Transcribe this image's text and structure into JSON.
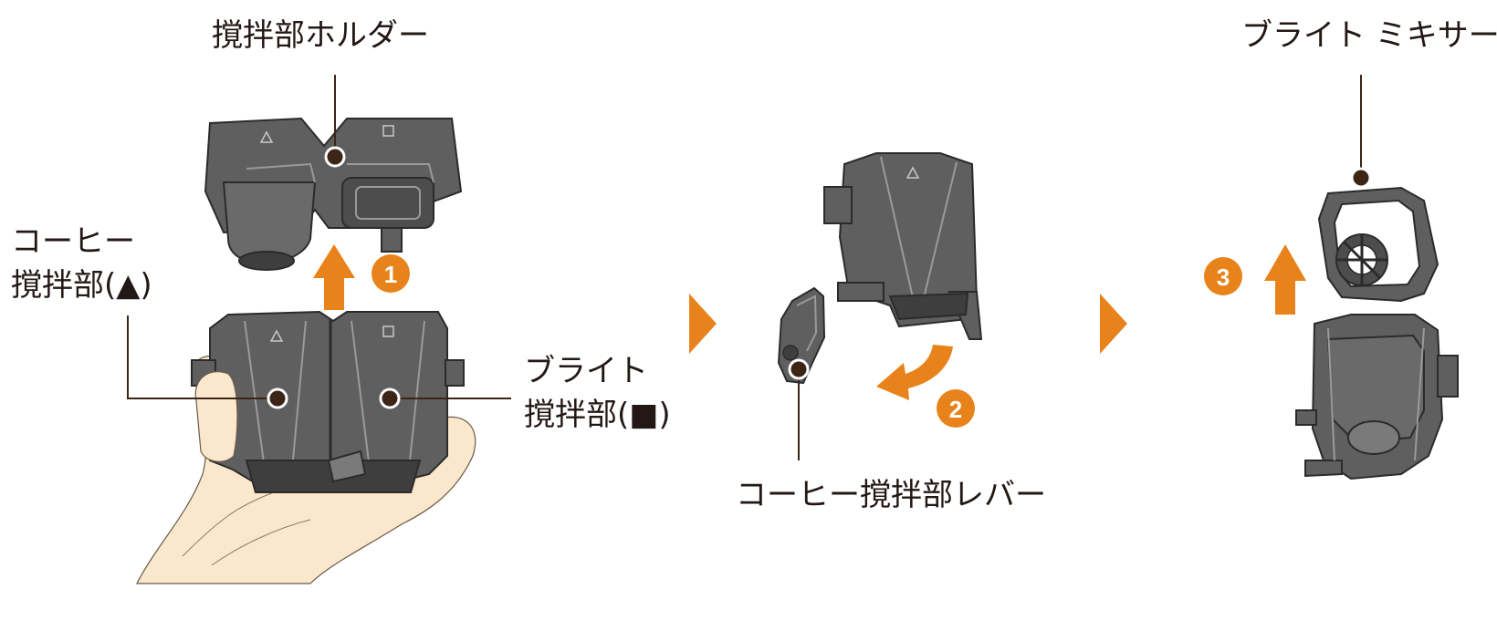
{
  "labels": {
    "holder": "撹拌部ホルダー",
    "coffee_line1": "コーヒー",
    "coffee_line2": "撹拌部(▲)",
    "bright_line1": "ブライト",
    "bright_line2": "撹拌部(■)",
    "lever": "コーヒー撹拌部レバー",
    "mixer": "ブライト ミキサー"
  },
  "steps": [
    "1",
    "2",
    "3"
  ],
  "colors": {
    "accent": "#E8831B",
    "part_body": "#5F5F5F",
    "part_dark": "#3E3E3E",
    "part_light": "#7A7A7A",
    "leader": "#3C2515",
    "skin": "#FBE7CC",
    "text": "#231815"
  }
}
